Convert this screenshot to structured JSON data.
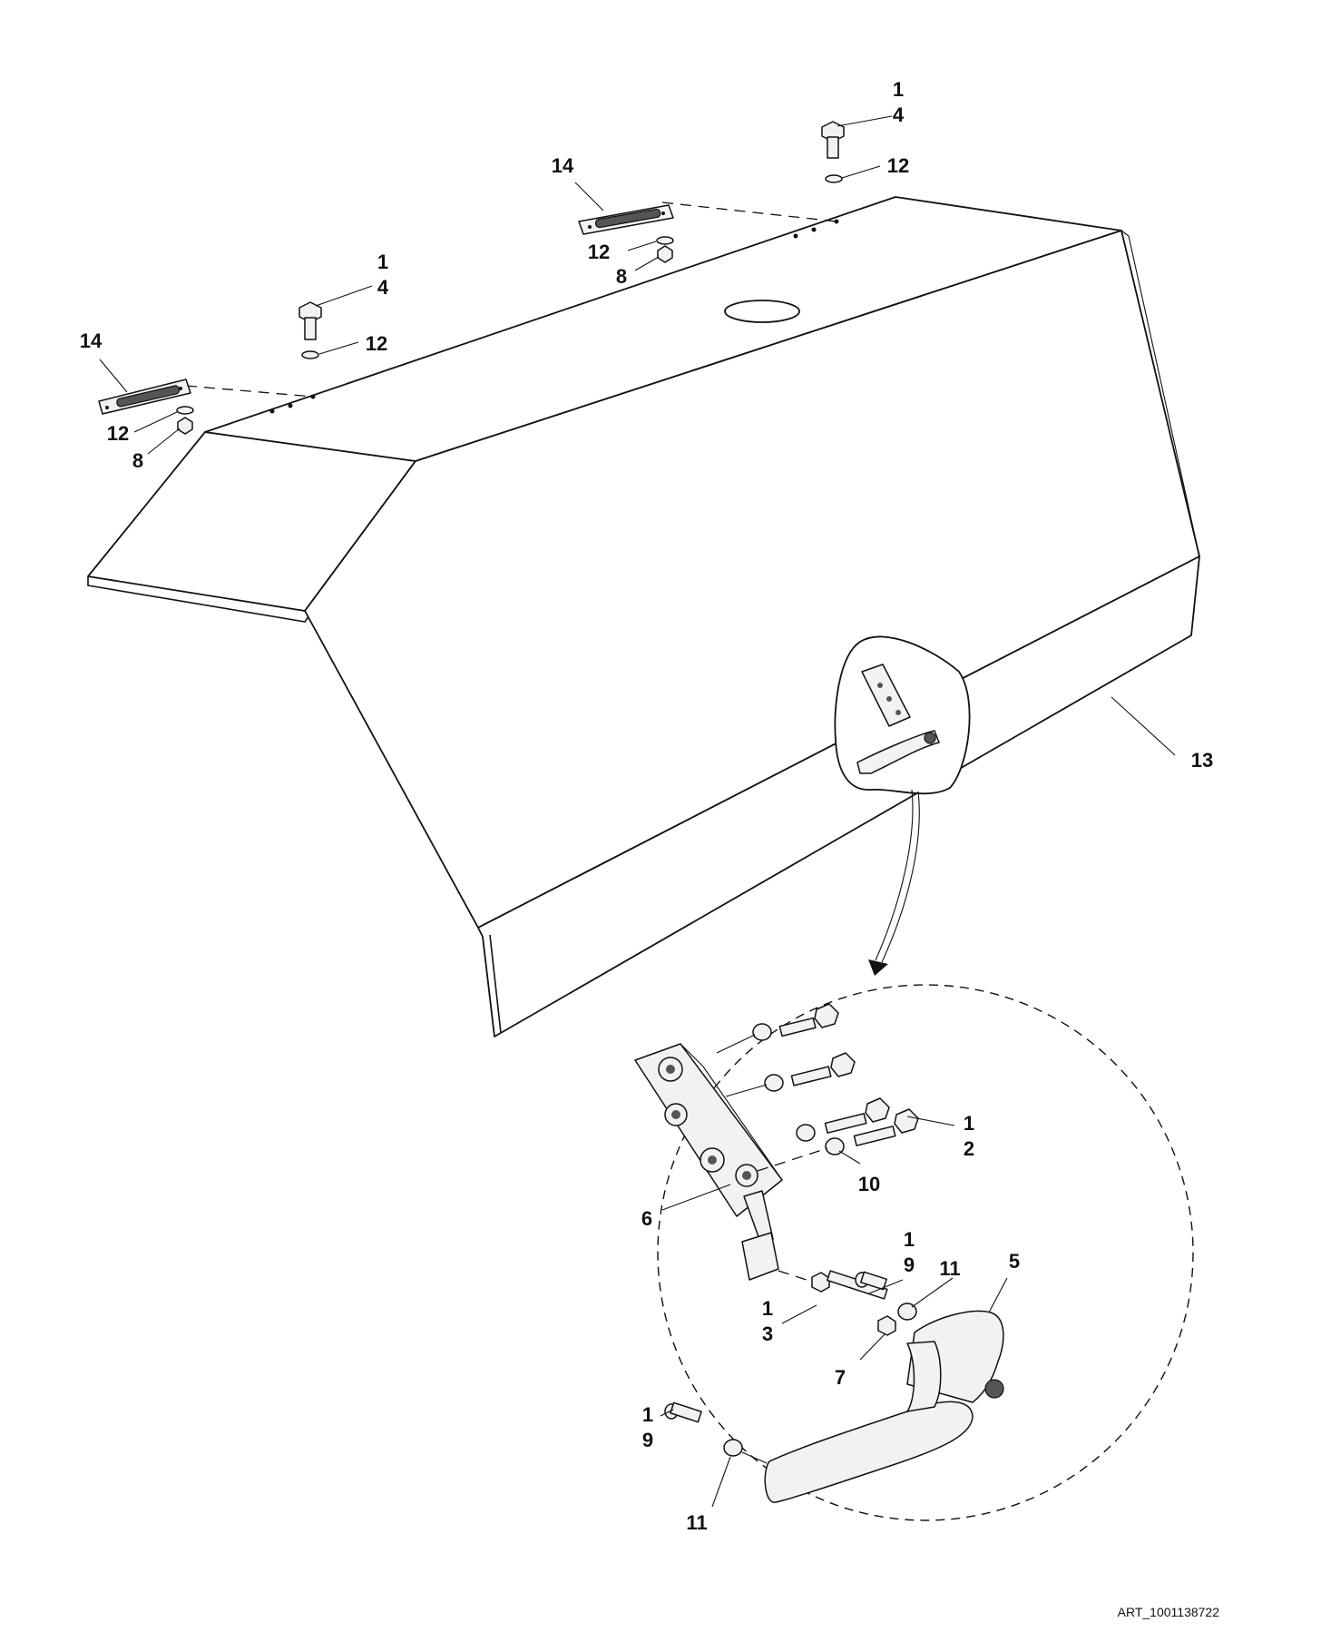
{
  "labels": {
    "hinge_right": "14",
    "bolt_right_1": "1",
    "bolt_right_4": "4",
    "washer_right_top": "12",
    "washer_right_bottom": "12",
    "nut_right": "8",
    "hinge_left": "14",
    "bolt_left_1": "1",
    "bolt_left_4": "4",
    "washer_left_top": "12",
    "washer_left_bottom": "12",
    "nut_left": "8",
    "cover": "13",
    "latch": "6",
    "latch_bolt_1": "1",
    "latch_bolt_2": "2",
    "latch_washer": "10",
    "handle": "5",
    "handle_screw_1a": "1",
    "handle_screw_9a": "9",
    "handle_washer_a": "11",
    "handle_bolt_1": "1",
    "handle_bolt_3": "3",
    "handle_nut": "7",
    "handle_screw_1b": "1",
    "handle_screw_9b": "9",
    "handle_washer_b": "11"
  },
  "art_number": "ART_1001138722",
  "icons": [
    "hinge-icon",
    "bolt-icon",
    "washer-icon",
    "nut-icon",
    "latch-icon",
    "handle-icon"
  ]
}
